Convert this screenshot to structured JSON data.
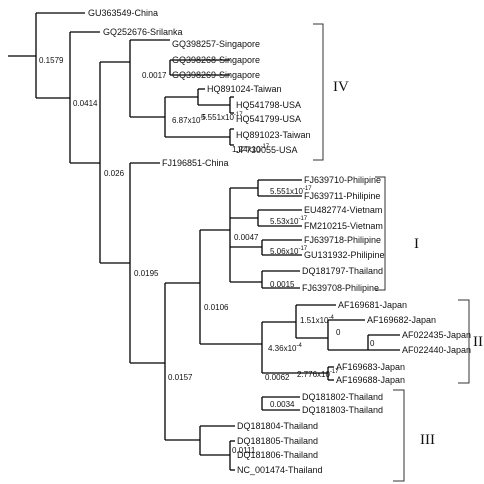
{
  "tree": {
    "taxa": {
      "gu363549": "GU363549-China",
      "gq252676": "GQ252676-Srilanka",
      "gq398257": "GQ398257-Singapore",
      "gq398268": "GQ398268-Singapore",
      "gq398269": "GQ398269-Singapore",
      "hq891024": "HQ891024-Taiwan",
      "hq541798": "HQ541798-USA",
      "hq541799": "HQ541799-USA",
      "hq891023": "HQ891023-Taiwan",
      "jf730055": "JF730055-USA",
      "fj196851": "FJ196851-China",
      "fj639710": "FJ639710-Philipine",
      "fj639711": "FJ639711-Philipine",
      "eu482774": "EU482774-Vietnam",
      "fm210215": "FM210215-Vietnam",
      "fj639718": "FJ639718-Philipine",
      "gu131932": "GU131932-Philipine",
      "dq181797": "DQ181797-Thailand",
      "fj639708": "FJ639708-Philipine",
      "af169681": "AF169681-Japan",
      "af169682": "AF169682-Japan",
      "af022435": "AF022435-Japan",
      "af022440": "AF022440-Japan",
      "af169683": "AF169683-Japan",
      "af169688": "AF169688-Japan",
      "dq181802": "DQ181802-Thailand",
      "dq181803": "DQ181803-Thailand",
      "dq181804": "DQ181804-Thailand",
      "dq181805": "DQ181805-Thailand",
      "dq181806": "DQ181806-Thailand",
      "nc001474": "NC_001474-Thailand"
    },
    "branch_labels": {
      "n1": "0.1579",
      "n2": "0.0414",
      "n3": "0.0017",
      "n4": "6.87x10",
      "n4_exp": "-5",
      "n5": "5.551x10",
      "n5_exp": "-17",
      "n6": "1.24x10",
      "n6_exp": "-17",
      "n7": "0.026",
      "n8": "0.0195",
      "n9": "5.551x10",
      "n9_exp": "-17",
      "n10": "5.53x10",
      "n10_exp": "-17",
      "n11": "0.0047",
      "n12": "5.06x10",
      "n12_exp": "-17",
      "n13": "0.0015",
      "n14": "0.0106",
      "n15": "1.51x10",
      "n15_exp": "-4",
      "n16": "0",
      "n17": "0",
      "n18": "4.36x10",
      "n18_exp": "-4",
      "n19": "2.776x10",
      "n19_exp": "-17",
      "n20": "0.0062",
      "n21": "0.0157",
      "n22": "0.0034",
      "n23": "0.0111"
    },
    "clades": {
      "iv": "IV",
      "i": "I",
      "ii": "II",
      "iii": "III"
    }
  }
}
